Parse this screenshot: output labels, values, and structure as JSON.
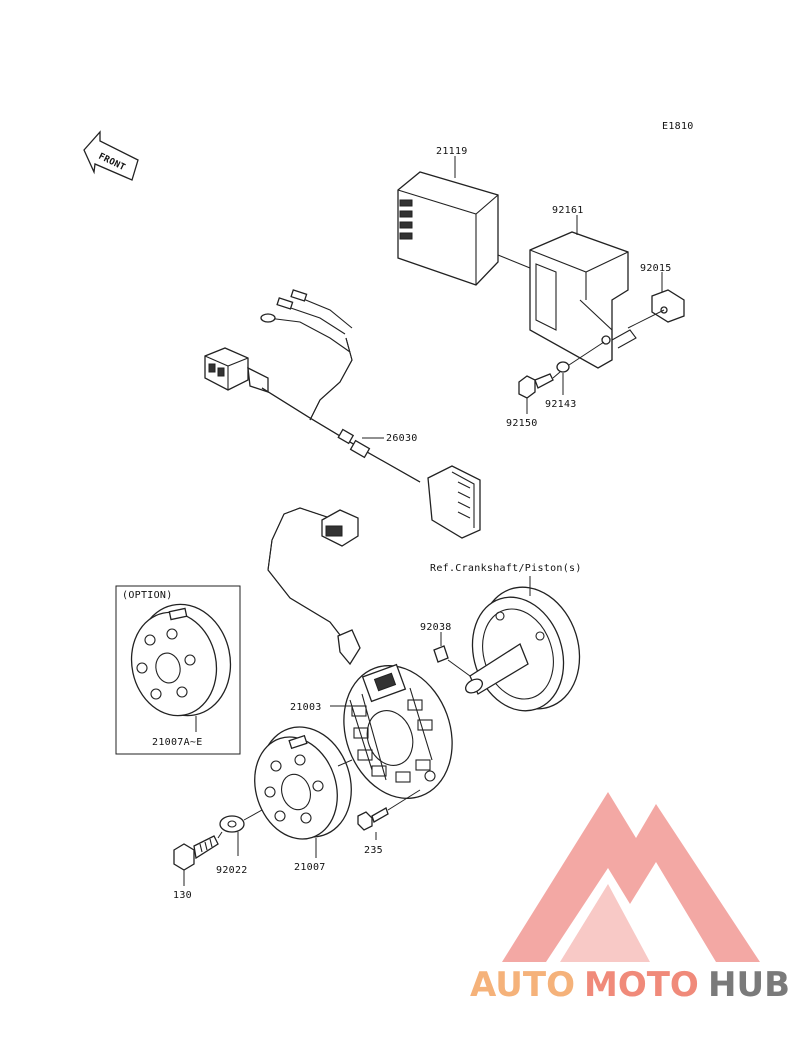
{
  "diagram_code": "E1810",
  "front_label": "FRONT",
  "ref_note": "Ref.Crankshaft/Piston(s)",
  "option_label": "(OPTION)",
  "parts": {
    "p21119": "21119",
    "p92161": "92161",
    "p92015": "92015",
    "p92143": "92143",
    "p92150": "92150",
    "p26030": "26030",
    "p92038": "92038",
    "p21003": "21003",
    "p21007AE": "21007A~E",
    "p235": "235",
    "p21007": "21007",
    "p92022": "92022",
    "p130": "130"
  },
  "watermark": {
    "part1": "AUTO",
    "part2": "MOTO",
    "part3": "HUB",
    "colors": {
      "auto": "#f5b27a",
      "moto": "#f08a7a",
      "hub": "#7a7a7a",
      "logo": "#f29a95"
    }
  }
}
